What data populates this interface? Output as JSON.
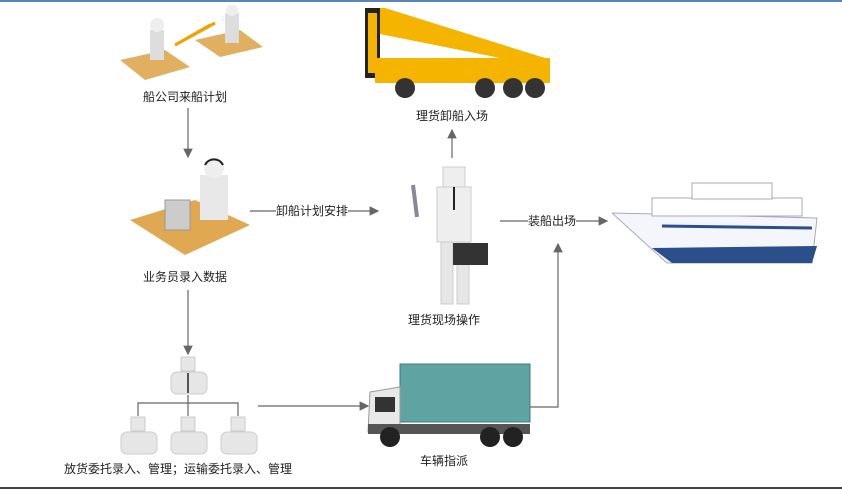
{
  "nodes": {
    "ship_company_plan": "船公司来船计划",
    "clerk_entry": "业务员录入数据",
    "delegation": "放货委托录入、管理；运输委托录入、管理",
    "unload_to_yard": "理货卸船入场",
    "tally_operation": "理货现场操作",
    "vehicle_dispatch": "车辆指派"
  },
  "edges": {
    "unload_plan": "卸船计划安排",
    "load_out": "装船出场"
  },
  "colors": {
    "accent": "#5b84b8",
    "line": "#666666",
    "crane": "#f5b400",
    "truck": "#5fa3a3",
    "ship": "#2a4f8a"
  }
}
